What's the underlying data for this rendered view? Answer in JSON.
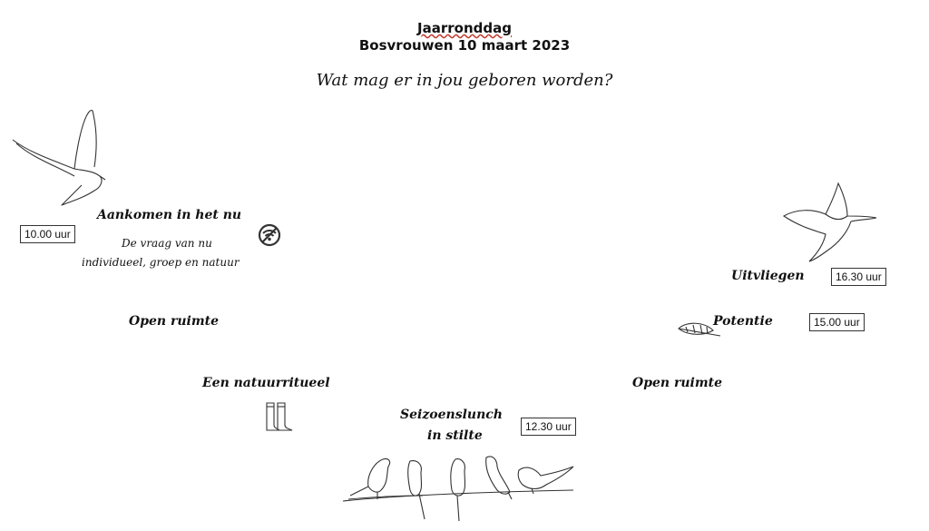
{
  "header": {
    "title": "Jaarronddag",
    "subtitle": "Bosvrouwen 10 maart 2023",
    "question": "Wat mag er in jou geboren worden?"
  },
  "schedule": {
    "arrive": {
      "label": "Aankomen in het nu",
      "time": "10.00 uur",
      "sub1": "De vraag van nu",
      "sub2": "individueel,  groep en natuur"
    },
    "open_left": {
      "label": "Open ruimte"
    },
    "ritual": {
      "label": "Een natuurritueel"
    },
    "lunch": {
      "label1": "Seizoenslunch",
      "label2": "in stilte",
      "time": "12.30 uur"
    },
    "open_right": {
      "label": "Open ruimte"
    },
    "potential": {
      "label": "Potentie",
      "time": "15.00 uur"
    },
    "fly": {
      "label": "Uitvliegen",
      "time": "16.30 uur"
    }
  },
  "icons": [
    "dove-icon",
    "no-wifi-icon",
    "boots-icon",
    "birds-on-wire-icon",
    "leaf-icon",
    "hummingbird-icon"
  ]
}
